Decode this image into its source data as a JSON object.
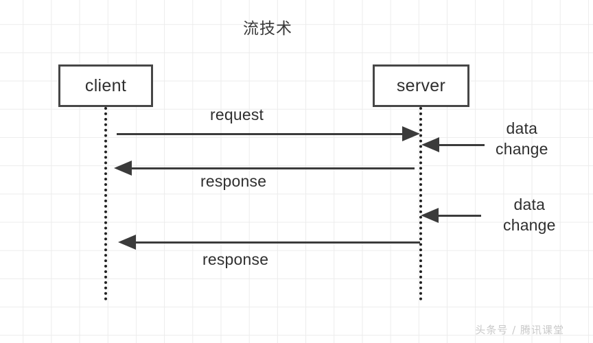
{
  "diagram": {
    "type": "sequence-diagram",
    "title": "流技术",
    "participants": [
      {
        "id": "client",
        "label": "client"
      },
      {
        "id": "server",
        "label": "server"
      }
    ],
    "messages": [
      {
        "id": "request",
        "label": "request",
        "from": "client",
        "to": "server",
        "direction": "right"
      },
      {
        "id": "datachange1",
        "label_line1": "data",
        "label_line2": "change",
        "from": "external",
        "to": "server",
        "direction": "left"
      },
      {
        "id": "response1",
        "label": "response",
        "from": "server",
        "to": "client",
        "direction": "left"
      },
      {
        "id": "datachange2",
        "label_line1": "data",
        "label_line2": "change",
        "from": "external",
        "to": "server",
        "direction": "left"
      },
      {
        "id": "response2",
        "label": "response",
        "from": "server",
        "to": "client",
        "direction": "left"
      }
    ],
    "colors": {
      "box_border": "#464646",
      "line": "#3b3b3b",
      "text": "#2f2f2f",
      "grid": "#ececec",
      "background": "#ffffff",
      "watermark": "#c9c9c9"
    }
  },
  "watermark": {
    "text": "头条号 / 腾讯课堂"
  }
}
